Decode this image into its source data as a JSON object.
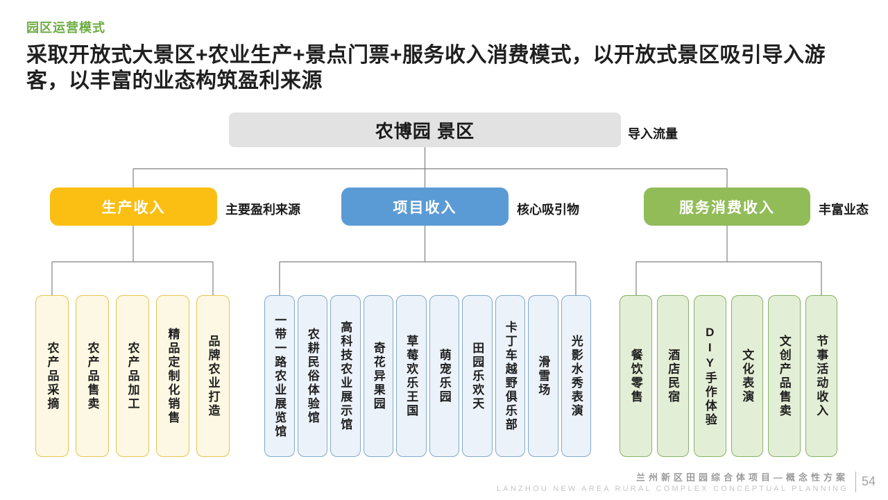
{
  "page": {
    "section_label": "园区运营模式",
    "title": "采取开放式大景区+农业生产+景点门票+服务收入消费模式，以开放式景区吸引导入游客，以丰富的业态构筑盈利来源"
  },
  "diagram": {
    "root": {
      "label": "农博园 景区",
      "note": "导入流量"
    },
    "branches": [
      {
        "id": "production-income",
        "label": "生产收入",
        "note": "主要盈利来源",
        "color": "#fbbe13",
        "leaf_fill": "#fdf8e3",
        "leaf_border": "#e7c44f",
        "items": [
          "农产品采摘",
          "农产品售卖",
          "农产品加工",
          "精品定制化销售",
          "品牌农业打造"
        ]
      },
      {
        "id": "project-income",
        "label": "项目收入",
        "note": "核心吸引物",
        "color": "#5b9bd5",
        "leaf_fill": "#ebf2f9",
        "leaf_border": "#7fa9cc",
        "items": [
          "一带一路农业展览馆",
          "农耕民俗体验馆",
          "高科技农业展示馆",
          "奇花异果园",
          "草莓欢乐王国",
          "萌宠乐园",
          "田园乐欢天",
          "卡丁车越野俱乐部",
          "滑雪场",
          "光影水秀表演"
        ]
      },
      {
        "id": "service-consumption-income",
        "label": "服务消费收入",
        "note": "丰富业态",
        "color": "#92bc58",
        "leaf_fill": "#e3eed6",
        "leaf_border": "#83b464",
        "items": [
          "餐饮零售",
          "酒店民宿",
          "DIY手作体验",
          "文化表演",
          "文创产品售卖",
          "节事活动收入"
        ]
      }
    ],
    "root_fill": "#e2e2e2",
    "line_color": "#7f7f7f"
  },
  "footer": {
    "project_cn": "兰州新区田园综合体项目—概念性方案",
    "project_en": "LANZHOU NEW AREA RURAL COMPLEX CONCEPTUAL PLANNING",
    "page_number": "54"
  },
  "colors": {
    "heading_green": "#6cac40",
    "title_text": "#1f1f1f",
    "footer_gray": "#9b9b9b"
  }
}
